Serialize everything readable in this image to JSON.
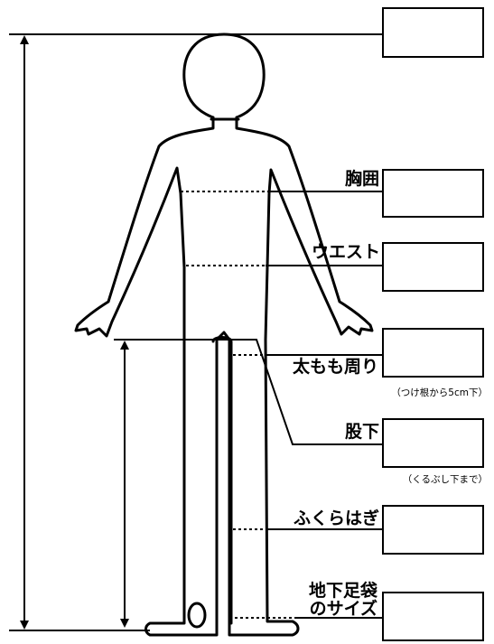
{
  "diagram": {
    "labels": {
      "chest": "胸囲",
      "waist": "ウエスト",
      "thigh": "太もも周り",
      "thigh_note": "（つけ根から5cm下）",
      "inseam": "股下",
      "inseam_note": "（くるぶし下まで）",
      "calf": "ふくらはぎ",
      "tabi_line1": "地下足袋",
      "tabi_line2": "のサイズ"
    },
    "colors": {
      "line": "#000000",
      "background": "#ffffff"
    }
  }
}
